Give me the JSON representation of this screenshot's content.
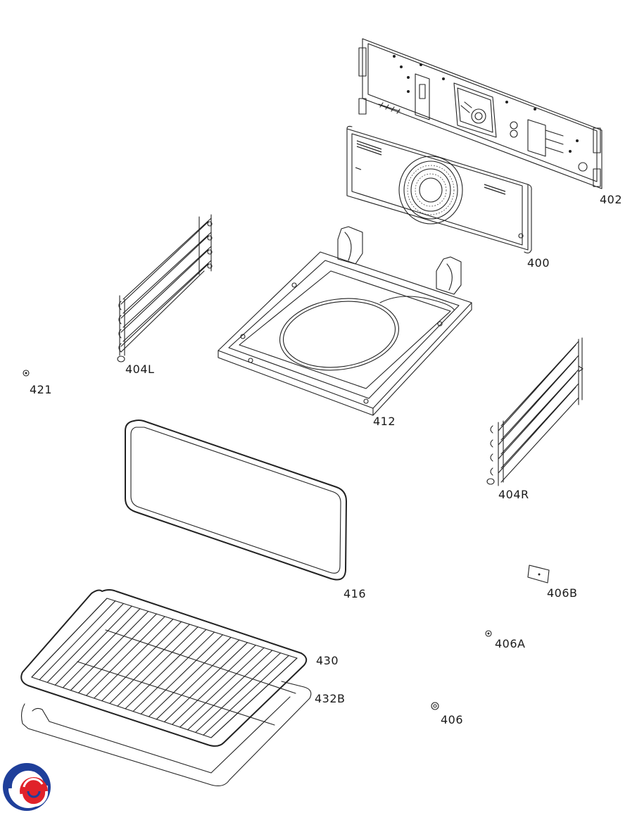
{
  "labels": {
    "p402": "402",
    "p400": "400",
    "p404L": "404L",
    "p421": "421",
    "p412": "412",
    "p404R": "404R",
    "p416": "416",
    "p406B": "406B",
    "p406A": "406A",
    "p430": "430",
    "p432B": "432B",
    "p406": "406"
  },
  "colors": {
    "line": "#222222",
    "logo_blue": "#1f3f9a",
    "logo_red": "#e0222a"
  }
}
